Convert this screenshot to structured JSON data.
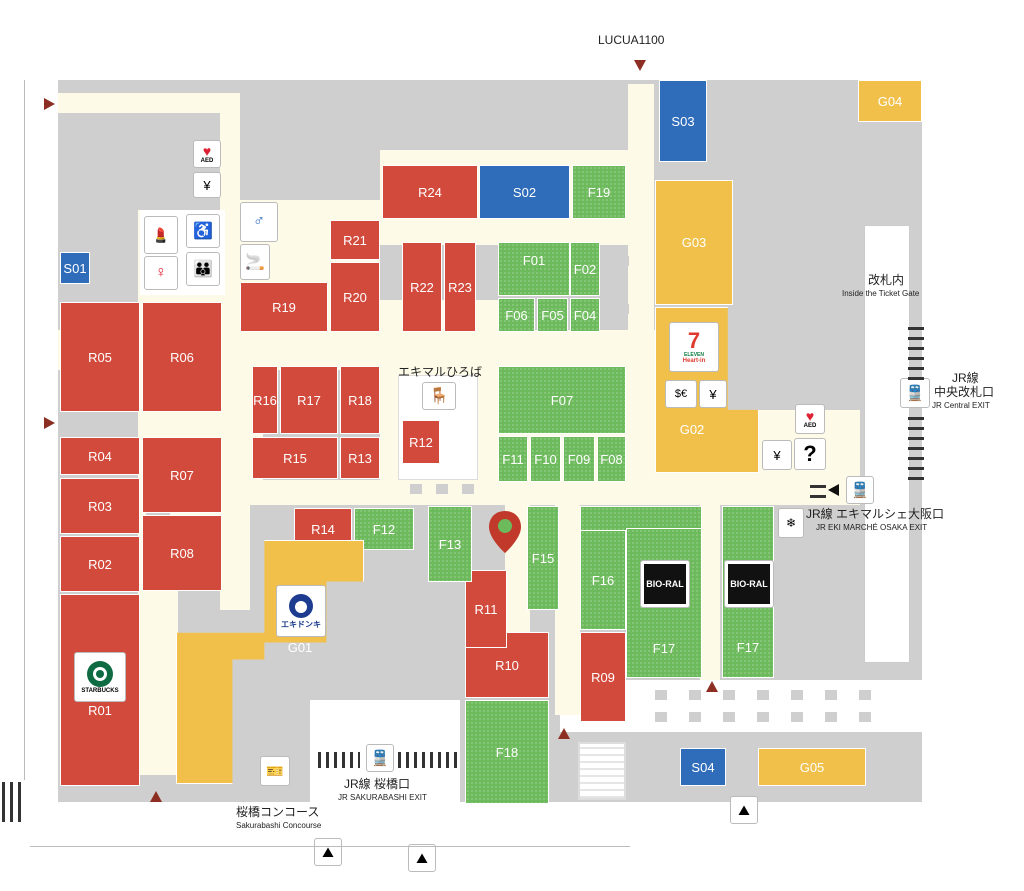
{
  "colors": {
    "restaurant": "#d24a3c",
    "food": "#6cba5c",
    "goods": "#f1c04b",
    "service": "#2f6dba",
    "walkway": "#fdfbe7",
    "floor": "#cfcfcf",
    "marker": "#c0392b"
  },
  "labels": {
    "lucua": "LUCUA1100",
    "plaza": "エキマルひろば",
    "gate_jp": "改札内",
    "gate_en": "Inside the Ticket Gate",
    "central_jp1": "JR線",
    "central_jp2": "中央改札口",
    "central_en": "JR Central EXIT",
    "marche_jp": "JR線 エキマルシェ大阪口",
    "marche_en": "JR EKI MARCHÉ OSAKA EXIT",
    "sakurabashi_jp": "JR線 桜橋口",
    "sakurabashi_en": "JR SAKURABASHI EXIT",
    "concourse_jp": "桜橋コンコース",
    "concourse_en": "Sakurabashi Concourse",
    "aed": "AED",
    "seven_brand": "ELEVEN",
    "seven_sub": "Heart-in",
    "starbucks": "STARBUCKS",
    "ekidonki": "エキドンキ",
    "bioral": "BIO-RAL"
  },
  "shops": {
    "R01": "R01",
    "R02": "R02",
    "R03": "R03",
    "R04": "R04",
    "R05": "R05",
    "R06": "R06",
    "R07": "R07",
    "R08": "R08",
    "R09": "R09",
    "R10": "R10",
    "R11": "R11",
    "R12": "R12",
    "R13": "R13",
    "R14": "R14",
    "R15": "R15",
    "R16": "R16",
    "R17": "R17",
    "R18": "R18",
    "R19": "R19",
    "R20": "R20",
    "R21": "R21",
    "R22": "R22",
    "R23": "R23",
    "R24": "R24",
    "F01": "F01",
    "F02": "F02",
    "F04": "F04",
    "F05": "F05",
    "F06": "F06",
    "F07": "F07",
    "F08": "F08",
    "F09": "F09",
    "F10": "F10",
    "F11": "F11",
    "F12": "F12",
    "F13": "F13",
    "F15": "F15",
    "F16": "F16",
    "F17": "F17",
    "F18": "F18",
    "F19": "F19",
    "G01": "G01",
    "G02": "G02",
    "G03": "G03",
    "G04": "G04",
    "G05": "G05",
    "S01": "S01",
    "S02": "S02",
    "S03": "S03",
    "S04": "S04"
  }
}
